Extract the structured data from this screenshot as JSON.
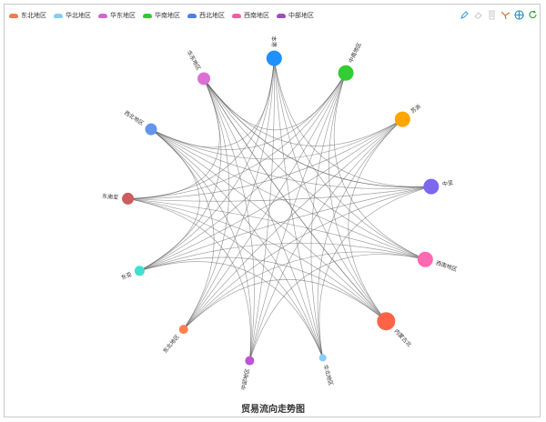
{
  "legend": {
    "items": [
      {
        "label": "东北地区",
        "color": "#ef7c49"
      },
      {
        "label": "华北地区",
        "color": "#86cdf2"
      },
      {
        "label": "华东地区",
        "color": "#cc6bcf"
      },
      {
        "label": "华南地区",
        "color": "#31c931"
      },
      {
        "label": "西北地区",
        "color": "#4f7ee8"
      },
      {
        "label": "西南地区",
        "color": "#ec5fa3"
      },
      {
        "label": "中部地区",
        "color": "#9b4ec2"
      }
    ]
  },
  "toolbar": {
    "tools": [
      {
        "icon": "mark-pen-icon",
        "color": "#3f9fe0"
      },
      {
        "icon": "eraser-icon",
        "color": "#cccccc"
      },
      {
        "icon": "data-view-icon",
        "color": "#cccccc"
      },
      {
        "icon": "restore-graph-icon",
        "color": "#d2691e"
      },
      {
        "icon": "force-layout-icon",
        "color": "#1e90c8"
      },
      {
        "icon": "refresh-icon",
        "color": "#2aa12a"
      }
    ]
  },
  "title": "贸易流向走势图",
  "graph": {
    "nodes": [
      {
        "label": "本港",
        "size": 8.5,
        "color": "#1e90ff"
      },
      {
        "label": "中南地区",
        "size": 8.5,
        "color": "#32cd32"
      },
      {
        "label": "苏浙",
        "size": 8.5,
        "color": "#ffa500"
      },
      {
        "label": "中亚",
        "size": 8.5,
        "color": "#7b68ee"
      },
      {
        "label": "西南地区",
        "size": 8.5,
        "color": "#ff69b4"
      },
      {
        "label": "内蒙古北",
        "size": 10,
        "color": "#ff6347"
      },
      {
        "label": "华北地区",
        "size": 4,
        "color": "#87cefa"
      },
      {
        "label": "中部地区",
        "size": 5,
        "color": "#ba55d3"
      },
      {
        "label": "东北地区",
        "size": 5,
        "color": "#ff7f50"
      },
      {
        "label": "东亚",
        "size": 5.5,
        "color": "#40e0d0"
      },
      {
        "label": "东南亚",
        "size": 6.5,
        "color": "#cd5c5c"
      },
      {
        "label": "西北地区",
        "size": 6.5,
        "color": "#6495ed"
      },
      {
        "label": "华东地区",
        "size": 7,
        "color": "#da70d6"
      }
    ],
    "links": [
      [
        0,
        3
      ],
      [
        0,
        4
      ],
      [
        0,
        5
      ],
      [
        0,
        7
      ],
      [
        0,
        9
      ],
      [
        0,
        10
      ],
      [
        0,
        11
      ],
      [
        1,
        4
      ],
      [
        1,
        5
      ],
      [
        1,
        6
      ],
      [
        1,
        8
      ],
      [
        1,
        10
      ],
      [
        1,
        11
      ],
      [
        1,
        12
      ],
      [
        2,
        5
      ],
      [
        2,
        6
      ],
      [
        2,
        8
      ],
      [
        2,
        9
      ],
      [
        2,
        10
      ],
      [
        2,
        11
      ],
      [
        2,
        12
      ],
      [
        3,
        6
      ],
      [
        3,
        8
      ],
      [
        3,
        10
      ],
      [
        3,
        11
      ],
      [
        3,
        12
      ],
      [
        4,
        7
      ],
      [
        4,
        9
      ],
      [
        4,
        10
      ],
      [
        4,
        11
      ],
      [
        4,
        12
      ],
      [
        5,
        8
      ],
      [
        5,
        9
      ],
      [
        5,
        10
      ],
      [
        5,
        11
      ],
      [
        5,
        12
      ],
      [
        6,
        9
      ],
      [
        6,
        10
      ],
      [
        6,
        11
      ],
      [
        6,
        12
      ],
      [
        6,
        0
      ],
      [
        7,
        11
      ],
      [
        7,
        12
      ],
      [
        7,
        2
      ],
      [
        7,
        1
      ],
      [
        8,
        12
      ],
      [
        8,
        0
      ],
      [
        8,
        4
      ],
      [
        9,
        12
      ],
      [
        9,
        1
      ],
      [
        9,
        3
      ],
      [
        10,
        12
      ],
      [
        10,
        7
      ],
      [
        11,
        9
      ],
      [
        11,
        8
      ],
      [
        12,
        3
      ],
      [
        12,
        5
      ]
    ]
  }
}
